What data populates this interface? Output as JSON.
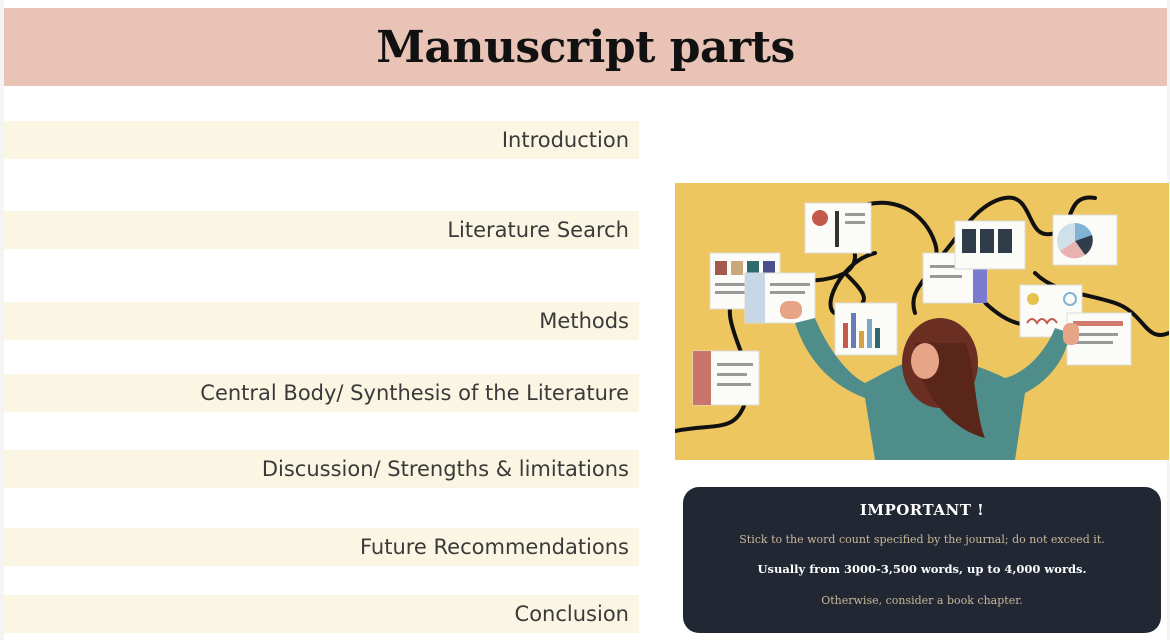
{
  "slide": {
    "title": "Manuscript parts",
    "parts": [
      "Introduction",
      "Literature Search",
      "Methods",
      "Central Body/ Synthesis of the Literature",
      "Discussion/ Strengths & limitations",
      "Future Recommendations",
      "Conclusion"
    ],
    "note": {
      "heading": "IMPORTANT !",
      "line1": "Stick to the word count specified by the journal; do not exceed it.",
      "line2": "Usually from 3000-3,500 words, up to 4,000 words.",
      "line3": "Otherwise, consider a book chapter."
    }
  },
  "colors": {
    "title_band": "#e8c3b6",
    "part_band": "#fbf6e3",
    "illustration_bg": "#eec660",
    "note_bg": "#222833",
    "note_muted_text": "#c9b79a"
  },
  "illustration": {
    "icon": "woman-arranging-documents-illustration"
  }
}
